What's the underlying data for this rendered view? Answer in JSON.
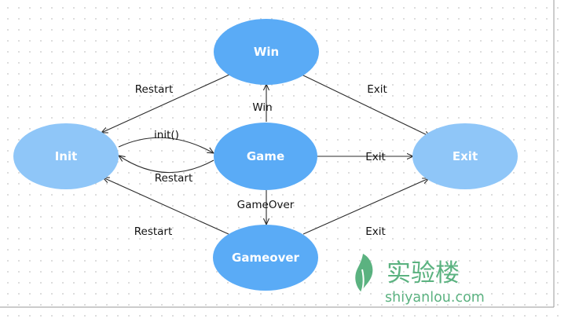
{
  "colors": {
    "state_main": "#5aabf6",
    "state_light": "#8fc6f8",
    "edge": "#2b2b2b",
    "watermark_green": "#3fa56b"
  },
  "states": {
    "win": "Win",
    "init": "Init",
    "game": "Game",
    "exit": "Exit",
    "gameover": "Gameover"
  },
  "transitions": {
    "win_to_init": "Restart",
    "win_to_exit": "Exit",
    "game_to_win": "Win",
    "init_to_game": "init()",
    "game_to_init": "Restart",
    "game_to_exit": "Exit",
    "game_to_gameover": "GameOver",
    "gameover_to_init": "Restart",
    "gameover_to_exit": "Exit"
  },
  "watermark": {
    "brand": "实验楼",
    "url": "shiyanlou.com",
    "icon": "leaf-logo-icon"
  }
}
